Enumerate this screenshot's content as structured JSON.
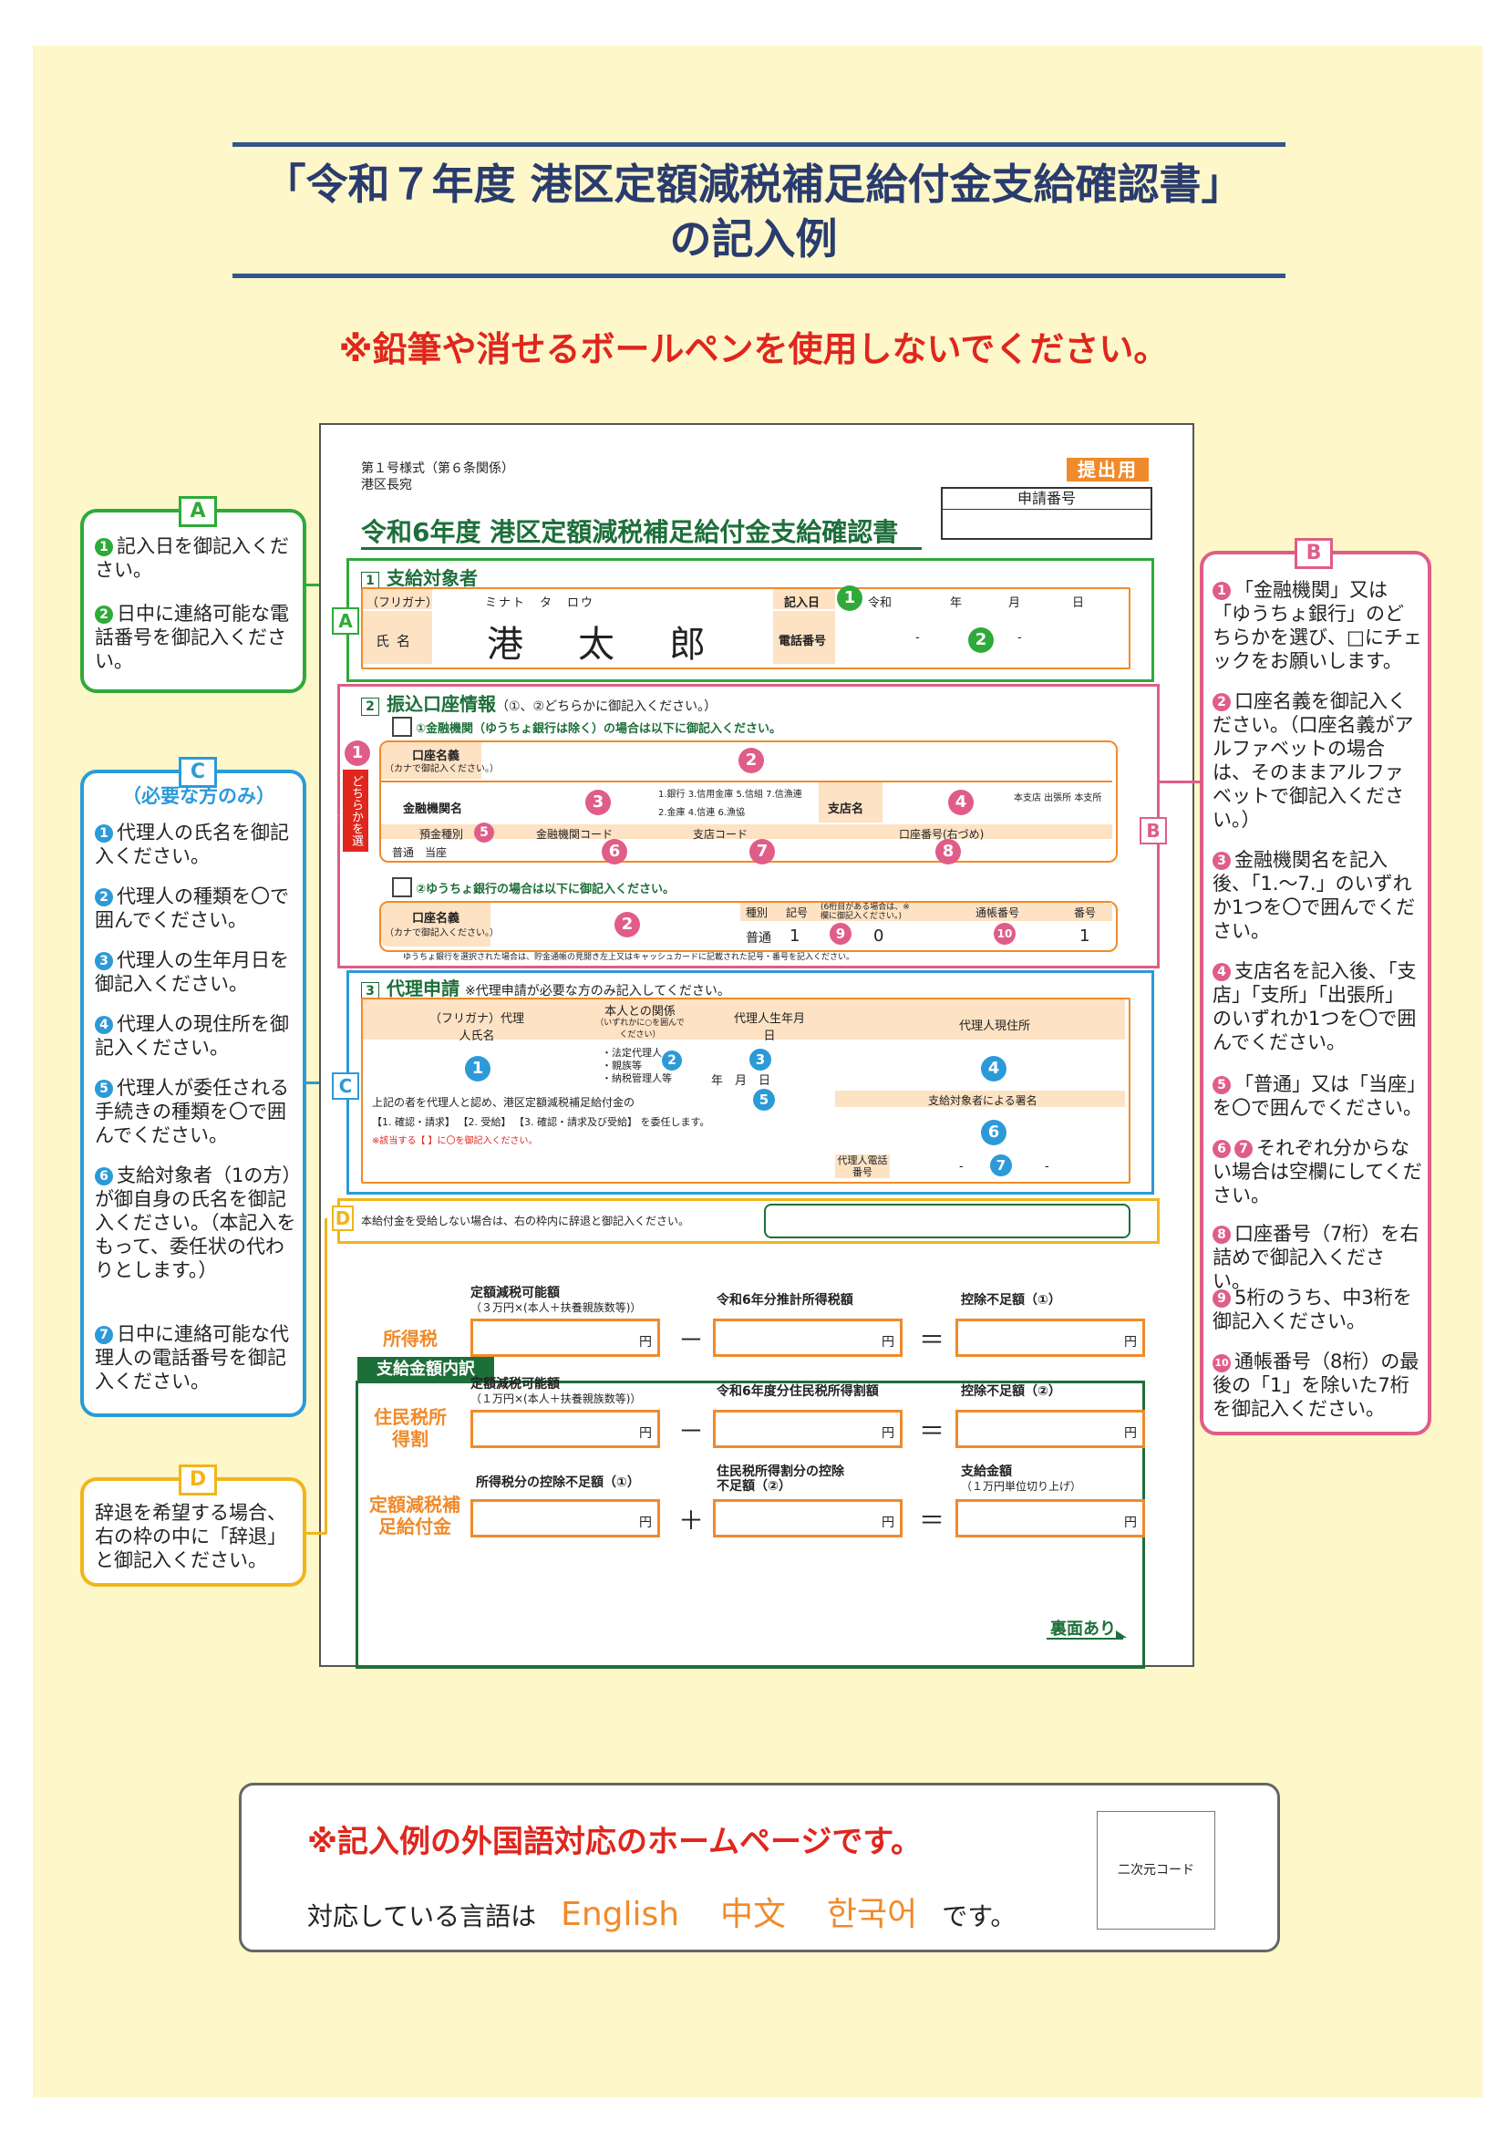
{
  "header": {
    "title_line1": "「令和７年度 港区定額減税補足給付金支給確認書」",
    "title_line2": "の記入例",
    "warning": "※鉛筆や消せるボールペンを使用しないでください。"
  },
  "form": {
    "form_no": "第１号様式（第６条関係）",
    "addressee": "港区長宛",
    "submit_badge": "提出用",
    "app_no_label": "申請番号",
    "title": "令和6年度 港区定額減税補足給付金支給確認書",
    "sec1": {
      "title": "支給対象者",
      "furigana_label": "（フリガナ）",
      "furigana_value": "ミナト　タ　ロウ",
      "name_label": "氏名",
      "name_value": "港　太　郎",
      "date_label": "記入日",
      "era": "令和",
      "y": "年",
      "m": "月",
      "d": "日",
      "tel_label": "電話番号",
      "dash": "-"
    },
    "sec2": {
      "title": "振込口座情報",
      "note": "（①、②どちらかに御記入ください。）",
      "opt1": "①金融機関（ゆうちょ銀行は除く）の場合は以下に御記入ください。",
      "side_label": "どちらかを選択",
      "acct_name_label": "口座名義",
      "acct_name_sub": "（カナで御記入ください。）",
      "bank_label": "金融機関名",
      "bank_kinds_1": "1.銀行 3.信用金庫 5.信組 7.信漁連",
      "bank_kinds_2": "2.金庫 4.信連 6.漁協",
      "branch_label": "支店名",
      "branch_kinds": "本支店 出張所 本支所",
      "deposit_label": "預金種別",
      "deposit_opts": "普通　当座",
      "bank_code_label": "金融機関コード",
      "branch_code_label": "支店コード",
      "acct_no_label": "口座番号(右づめ)",
      "opt2": "②ゆうちょ銀行の場合は以下に御記入ください。",
      "kind_label": "種別",
      "sym_label": "記号",
      "sym_note": "(6桁目がある場合は、※欄に御記入ください。)",
      "passbook_label": "通帳番号",
      "num_label": "番号",
      "futsu": "普通",
      "one": "1",
      "zero": "0",
      "one_end": "1",
      "yucho_note": "ゆうちょ銀行を選択された場合は、貯金通帳の見開き左上又はキャッシュカードに記載された記号・番号を記入ください。"
    },
    "sec3": {
      "title": "代理申請",
      "note": "※代理申請が必要な方のみ記入してください。",
      "col1": "（フリガナ）代理人氏名",
      "col2": "本人との関係",
      "col2_sub": "（いずれかに○を囲んでください）",
      "col3": "代理人生年月日",
      "col4": "代理人現住所",
      "rel1": "・法定代理人",
      "rel2": "・親族等",
      "rel3": "・納税管理人等",
      "ymd": "年　月　日",
      "delegate": "上記の者を代理人と認め、港区定額減税補足給付金の",
      "delegate2": "【1. 確認・請求】 【2. 受給】 【3. 確認・請求及び受給】 を委任します。",
      "delegate_note": "※該当する【 】に〇を御記入ください。",
      "sign_label": "支給対象者による署名",
      "tel_label": "代理人電話番号"
    },
    "secD": {
      "note": "本給付金を受給しない場合は、右の枠内に辞退と御記入ください。"
    },
    "amounts": {
      "header": "支給金額内訳",
      "col_a1": "定額減税可能額",
      "col_a1_sub": "（３万円×(本人＋扶養親族数等)）",
      "col_b1": "令和6年分推計所得税額",
      "col_c1": "控除不足額（①）",
      "col_a2": "定額減税可能額",
      "col_a2_sub": "（１万円×(本人＋扶養親族数等)）",
      "col_b2": "令和6年度分住民税所得割額",
      "col_c2": "控除不足額（②）",
      "col_a3": "所得税分の控除不足額（①）",
      "col_b3": "住民税所得割分の控除不足額（②）",
      "col_c3": "支給金額",
      "col_c3_sub": "（１万円単位切り上げ）",
      "row1": "所得税",
      "row2": "住民税所得割",
      "row3": "定額減税補足給付金",
      "yen": "円",
      "minus": "－",
      "plus": "＋",
      "eq": "＝"
    },
    "ura": "裏面あり"
  },
  "panelA": {
    "tag": "A",
    "items": [
      "記入日を御記入ください。",
      "日中に連絡可能な電話番号を御記入ください。"
    ]
  },
  "panelC": {
    "tag": "C",
    "subtitle": "（必要な方のみ）",
    "items": [
      "代理人の氏名を御記入ください。",
      "代理人の種類を〇で囲んでください。",
      "代理人の生年月日を御記入ください。",
      "代理人の現住所を御記入ください。",
      "代理人が委任される手続きの種類を〇で囲んでください。",
      "支給対象者（1の方）が御自身の氏名を御記入ください。（本記入をもって、委任状の代わりとします。）",
      "日中に連絡可能な代理人の電話番号を御記入ください。"
    ]
  },
  "panelD": {
    "tag": "D",
    "text": "辞退を希望する場合、右の枠の中に「辞退」と御記入ください。"
  },
  "panelB": {
    "tag": "B",
    "items": [
      "「金融機関」又は「ゆうちょ銀行」のどちらかを選び、□にチェックをお願いします。",
      "口座名義を御記入ください。（口座名義がアルファベットの場合は、そのままアルファベットで御記入ください。）",
      "金融機関名を記入後、「1.〜7.」のいずれか1つを〇で囲んでください。",
      "支店名を記入後、「支店」「支所」「出張所」のいずれか1つを〇で囲んでください。",
      "「普通」又は「当座」を〇で囲んでください。",
      "それぞれ分からない場合は空欄にしてください。",
      "口座番号（7桁）を右詰めで御記入ください。",
      "5桁のうち、中3桁を御記入ください。",
      "通帳番号（8桁）の最後の「1」を除いた7桁を御記入ください。"
    ],
    "nums": [
      "1",
      "2",
      "3",
      "4",
      "5",
      "6 7",
      "8",
      "9",
      "10"
    ]
  },
  "bottom": {
    "warning": "※記入例の外国語対応のホームページです。",
    "langs_prefix": "対応している言語は",
    "lang1": "English",
    "lang2": "中文",
    "lang3": "한국어",
    "langs_suffix": "です。",
    "qr_label": "二次元コード"
  },
  "colors": {
    "green": "#2faa3a",
    "pink": "#e05d88",
    "blue": "#2c9ad8",
    "yellow": "#f1b51b",
    "orange": "#f08a2a",
    "red": "#e0261d"
  }
}
